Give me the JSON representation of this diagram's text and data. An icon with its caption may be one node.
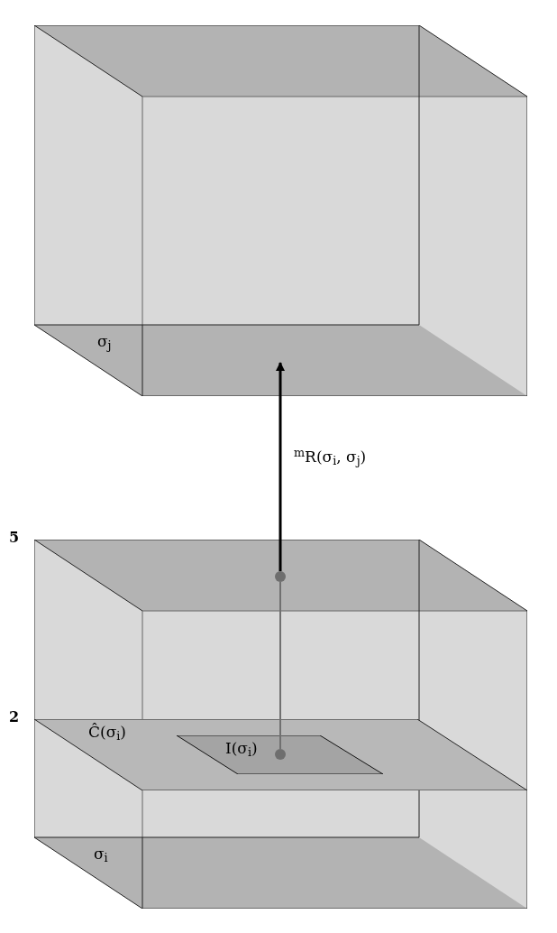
{
  "diagram": {
    "nodes": [
      {
        "text": [
          "σ$_{j}$"
        ]
      },
      {
        "text": [
          "σ$_{i}$"
        ]
      },
      {
        "text": [],
        "shape": "circle",
        "in": 1
      },
      {
        "text": [
          "Ĉ(σ$_{i}$)"
        ],
        "in": 1
      },
      {
        "text": [
          "I(σ$_{i}$)"
        ],
        "in": 3
      },
      {
        "text": [],
        "shape": "circle",
        "in": 4
      }
    ],
    "edges": [
      {
        "from": 5,
        "to": 2,
        "arrow": "none",
        "color": "#707070"
      },
      {
        "from": 2,
        "to": 0,
        "arrow": "to",
        "color": "#000000",
        "label": "$^{m}$R(σ$_{i}$, σ$_{j}$)"
      }
    ],
    "labels": [
      "5",
      "2"
    ]
  }
}
